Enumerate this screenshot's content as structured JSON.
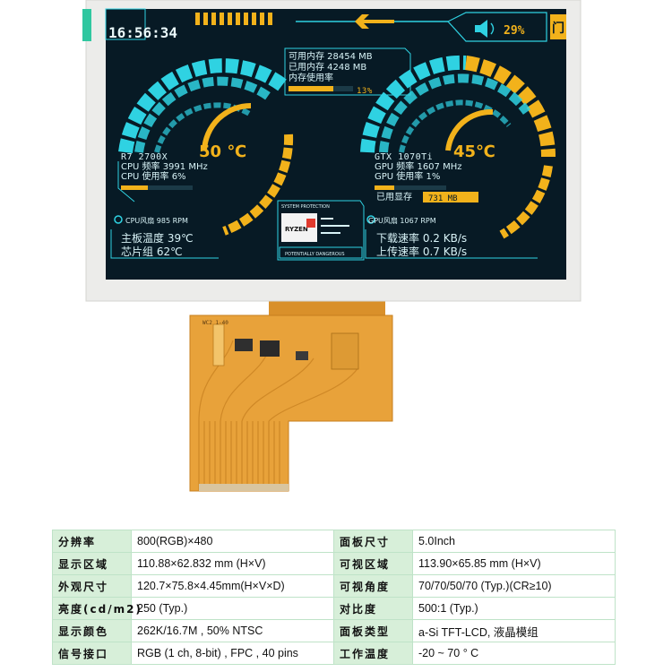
{
  "screen": {
    "clock": "16:56:34",
    "volume_pct": "29%",
    "memory": {
      "available": "可用内存  28454 MB",
      "used": "已用内存  4248 MB",
      "usage_label": "内存使用率",
      "usage_pct": "13%",
      "usage_fraction": 0.13
    },
    "cpu": {
      "model": "R7 2700X",
      "temp": "50 ℃",
      "freq": "CPU 频率 3991 MHz",
      "usage": "CPU 使用率  6%",
      "usage_fraction": 0.06,
      "fan": "CPU风扇  985 RPM",
      "board_temp": "主板温度  39℃",
      "chipset_temp": "芯片组  62℃"
    },
    "gpu": {
      "model": "GTX 1070Ti",
      "temp": "45℃",
      "freq": "GPU 频率 1607 MHz",
      "usage": "GPU 使用率  1%",
      "usage_fraction": 0.01,
      "vram_label": "已用显存",
      "vram": "731 MB",
      "fan": "GPU风扇  1067 RPM",
      "download": "下载速率  0.2 KB/s",
      "upload": "上传速率  0.7 KB/s"
    },
    "badge": {
      "top": "SYSTEM PROTECTION",
      "logo": "RYZEN",
      "bottom": "POTENTIALLY DANGEROUS"
    },
    "fpc_label": "WC2  1-40"
  },
  "colors": {
    "screen_bg": "#071a25",
    "cyan": "#2fd2e2",
    "amber": "#f2b21b",
    "bezel": "#ececea",
    "fpc": "#e8a23a"
  },
  "specs": [
    {
      "k1": "分辨率",
      "v1": "800(RGB)×480",
      "k2": "面板尺寸",
      "v2": "5.0Inch"
    },
    {
      "k1": "显示区域",
      "v1": "110.88×62.832 mm (H×V)",
      "k2": "可视区域",
      "v2": "113.90×65.85 mm (H×V)"
    },
    {
      "k1": "外观尺寸",
      "v1": "120.7×75.8×4.45mm(H×V×D)",
      "k2": "可视角度",
      "v2": "70/70/50/70 (Typ.)(CR≥10)"
    },
    {
      "k1": "亮度(cd/m2)",
      "v1": "250 (Typ.)",
      "k2": "对比度",
      "v2": "500:1 (Typ.)"
    },
    {
      "k1": "显示颜色",
      "v1": "262K/16.7M , 50% NTSC",
      "k2": "面板类型",
      "v2": "a-Si TFT-LCD, 液晶模组"
    },
    {
      "k1": "信号接口",
      "v1": "RGB (1 ch, 8-bit) , FPC , 40 pins",
      "k2": "工作温度",
      "v2": "-20 ~ 70 ° C"
    }
  ]
}
